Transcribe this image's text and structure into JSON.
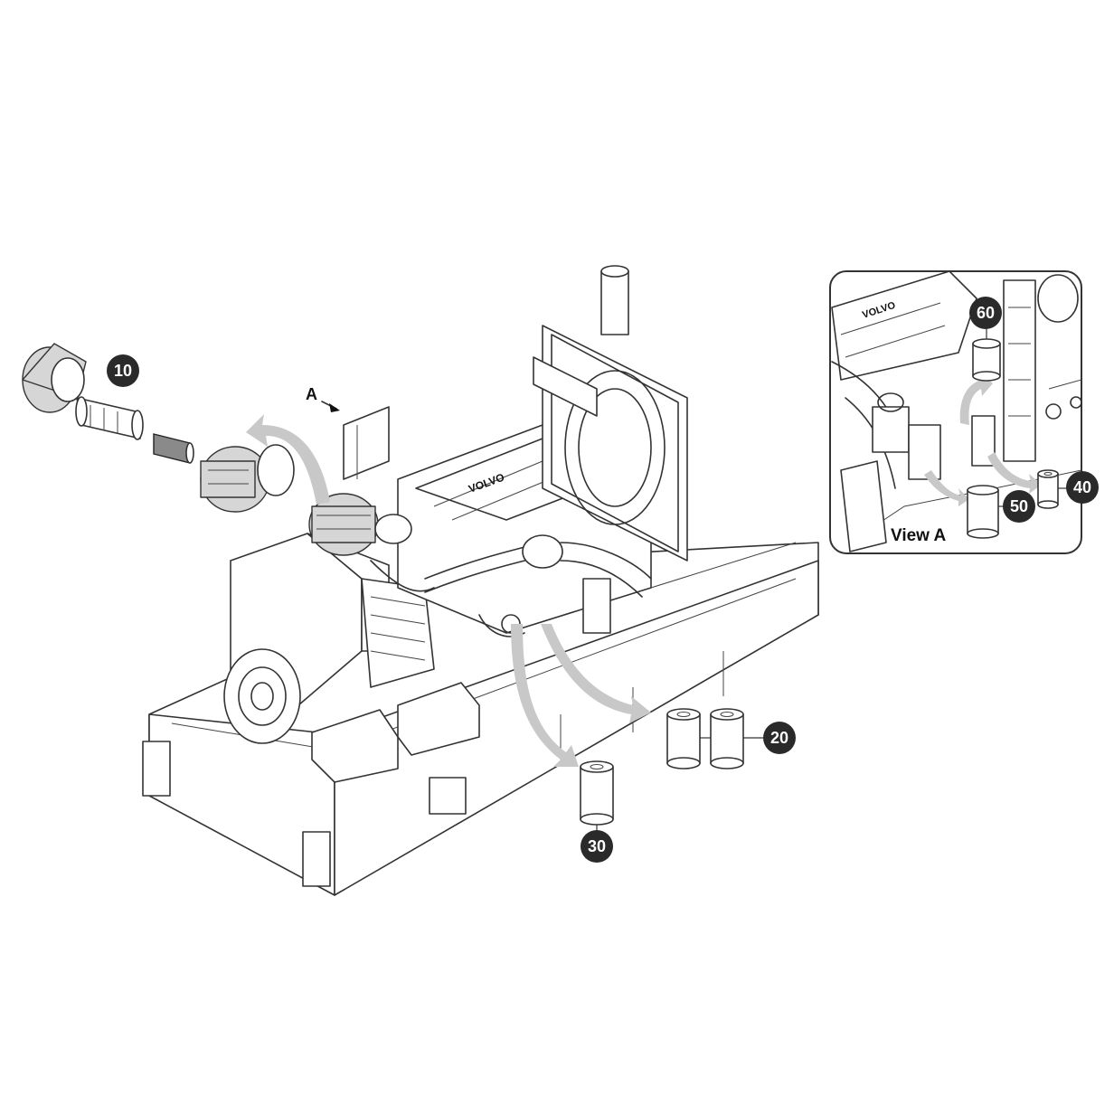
{
  "callouts": {
    "c10": "10",
    "c20": "20",
    "c30": "30",
    "c40": "40",
    "c50": "50",
    "c60": "60"
  },
  "labels": {
    "view_marker": "A",
    "inset_title": "View A",
    "engine_brand": "VOLVO"
  },
  "colors": {
    "callout_fill": "#2a2a2a",
    "arrow_fill": "#c8c8c8",
    "line": "#333333"
  }
}
